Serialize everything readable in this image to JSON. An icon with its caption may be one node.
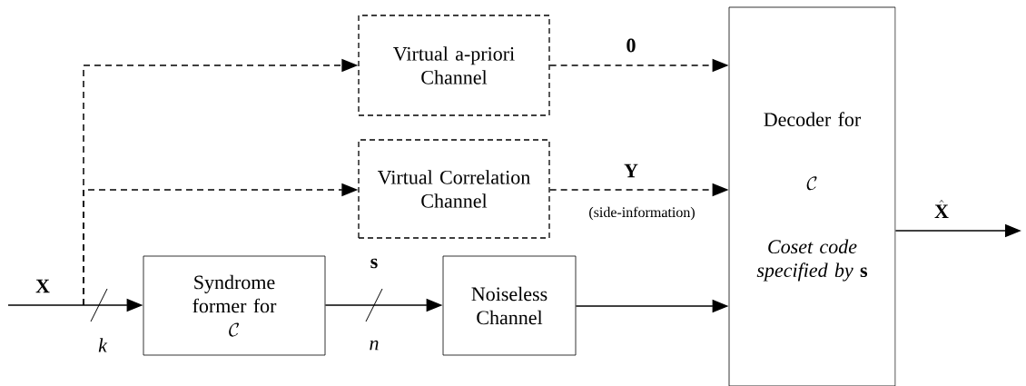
{
  "diagram": {
    "nodes": [
      {
        "text": [
          "Virtual a-priori Channel"
        ]
      },
      {
        "text": [
          "Virtual Correlation Channel"
        ]
      },
      {
        "text": [
          "Syndrome former for",
          "\\mathcal{C}"
        ]
      },
      {
        "text": [
          "Noiseless Channel"
        ]
      },
      {
        "text": [
          "Decoder for",
          "\\mathcal{C}",
          "*Coset code specified by* **s**"
        ]
      }
    ],
    "edges": [
      {
        "from": null,
        "to": 2,
        "arrow": "to",
        "label": "X"
      },
      {
        "from": null,
        "to": 0,
        "arrow": "to",
        "style": "dashed"
      },
      {
        "from": null,
        "to": 1,
        "arrow": "to",
        "style": "dashed"
      },
      {
        "from": 0,
        "to": 4,
        "arrow": "to",
        "style": "dashed",
        "label": "0"
      },
      {
        "from": 1,
        "to": 4,
        "arrow": "to",
        "style": "dashed",
        "label": "Y"
      },
      {
        "from": 2,
        "to": 3,
        "arrow": "to",
        "label": "s"
      },
      {
        "from": 3,
        "to": 4,
        "arrow": "to"
      },
      {
        "from": 4,
        "to": null,
        "arrow": "to",
        "label": "\\hat{\\mathbf{X}}"
      }
    ],
    "labels": [
      "k",
      "n",
      "(side-information)"
    ]
  }
}
